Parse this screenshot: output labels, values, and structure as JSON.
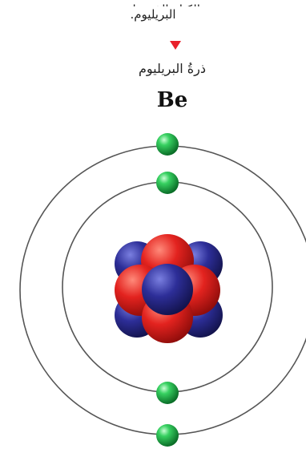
{
  "caption_line1": "الكتلة الذرية لعنصر",
  "caption_line2": "البريليوم.",
  "atom_name": "ذرةُ البريليوم",
  "element_symbol": "Be",
  "colors": {
    "marker": "#e8202a",
    "proton": "#e3231f",
    "neutron": "#2d2e98",
    "electron": "#1db044",
    "orbit": "#555555"
  },
  "atom": {
    "shells": 2,
    "electrons_per_shell": [
      2,
      2
    ],
    "nucleus_particles": {
      "protons": 4,
      "neutrons": 5
    }
  }
}
